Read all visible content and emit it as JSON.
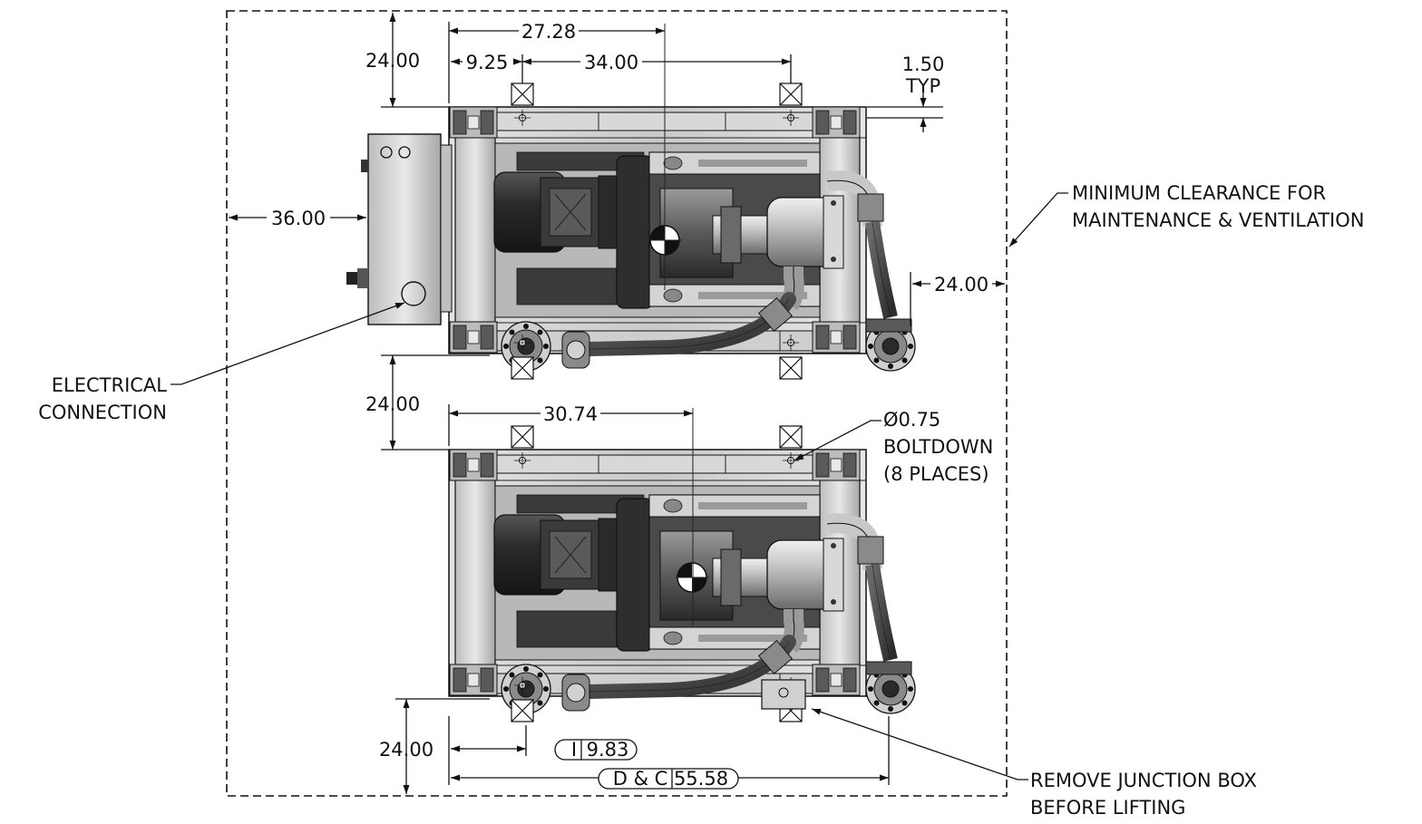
{
  "dimensions": {
    "top_27_28": "27.28",
    "top_9_25": "9.25",
    "top_34_00": "34.00",
    "typ_1_50": "1.50",
    "typ_label": "TYP",
    "left_24_00_top": "24.00",
    "left_36_00": "36.00",
    "right_24_00": "24.00",
    "mid_24_00": "24.00",
    "lower_30_74": "30.74",
    "bottom_24_00": "24.00",
    "i_label": "I",
    "i_value": "9.83",
    "dc_label": "D & C",
    "dc_value": "55.58"
  },
  "notes": {
    "clearance_line1": "MINIMUM CLEARANCE FOR",
    "clearance_line2": "MAINTENANCE & VENTILATION",
    "electrical_line1": "ELECTRICAL",
    "electrical_line2": "CONNECTION",
    "bolt_line1": "Ø0.75",
    "bolt_line2": "BOLTDOWN",
    "bolt_line3": "(8 PLACES)",
    "junction_line1": "REMOVE JUNCTION BOX",
    "junction_line2": "BEFORE LIFTING"
  },
  "colors": {
    "ink": "#111111",
    "frame_light": "#d4d4d4",
    "frame_mid": "#a8a8a8",
    "dark": "#3a3a3a",
    "darker": "#262626",
    "panel": "#6a6a6a",
    "background": "#ffffff"
  },
  "icons": [
    "center-of-gravity-icon",
    "lifting-point-icon",
    "bolt-hole-icon",
    "arrowhead-icon"
  ]
}
